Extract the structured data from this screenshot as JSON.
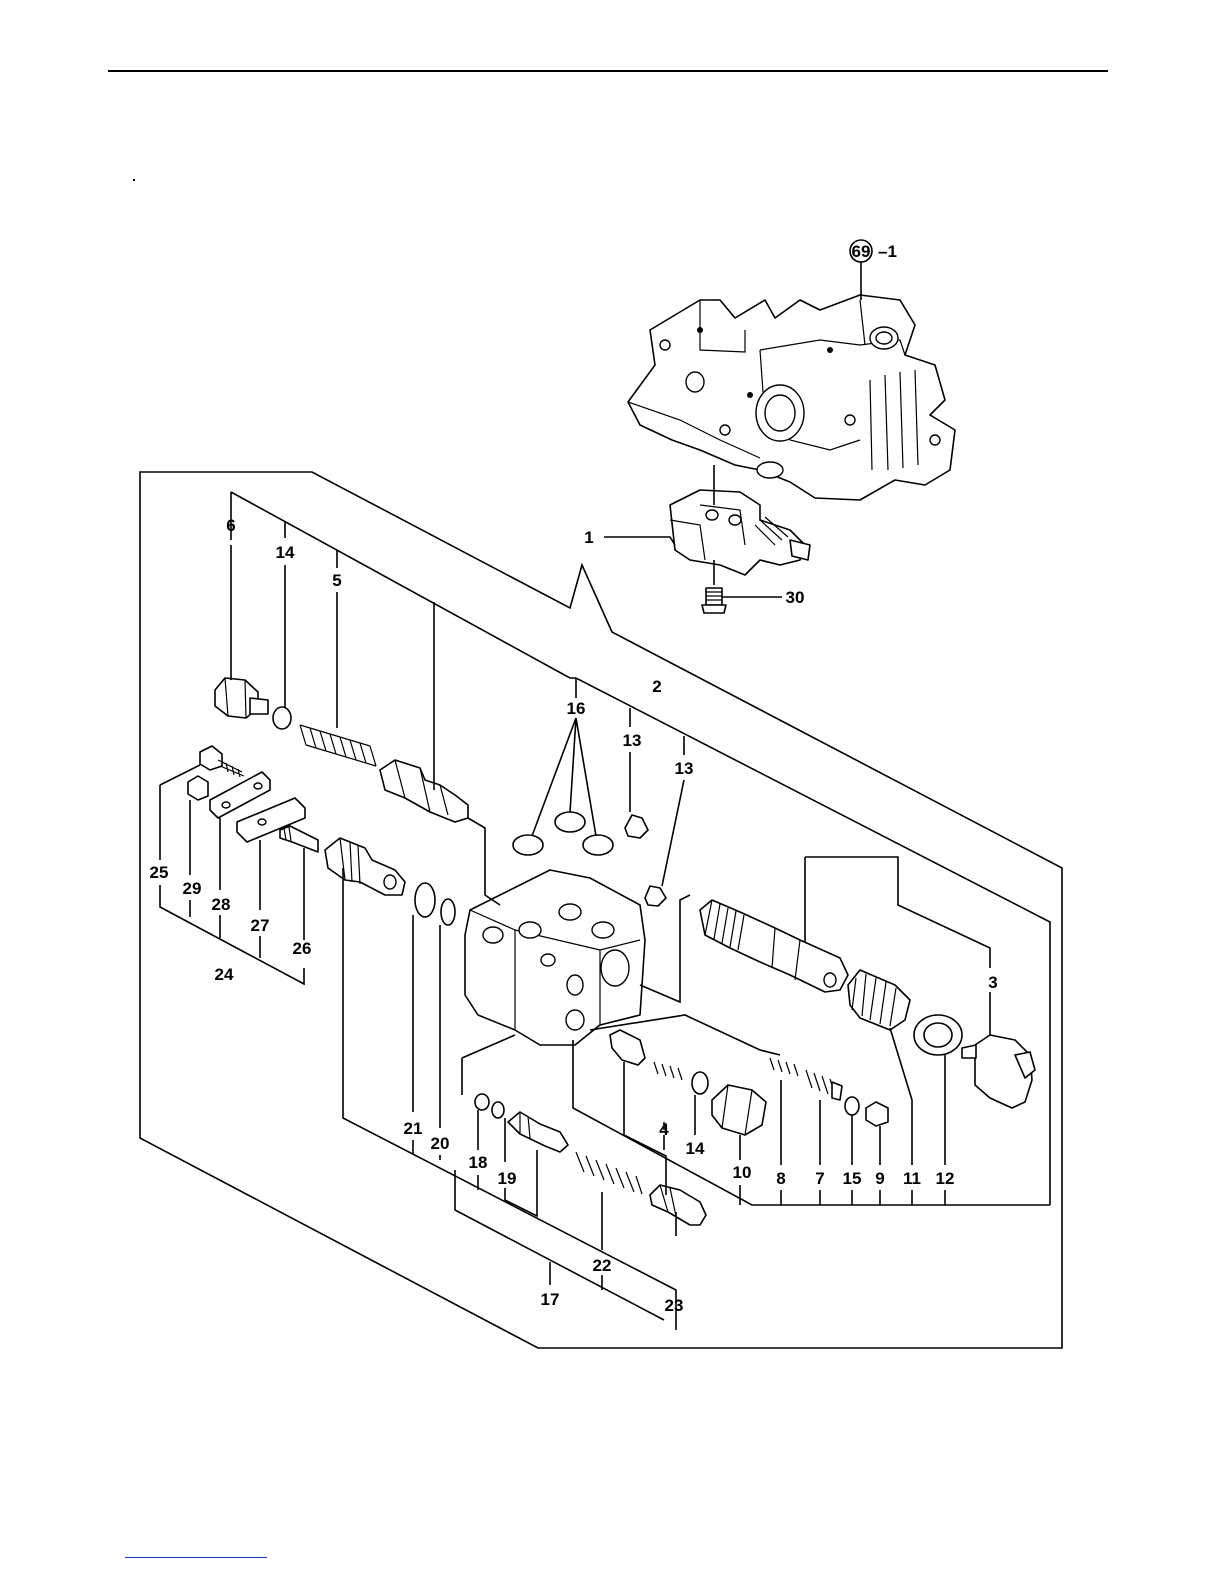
{
  "diagram": {
    "reference": {
      "number": "69",
      "suffix": "–1"
    },
    "callouts": [
      "1",
      "2",
      "3",
      "4",
      "5",
      "6",
      "7",
      "8",
      "9",
      "10",
      "11",
      "12",
      "13",
      "13",
      "14",
      "14",
      "15",
      "16",
      "17",
      "18",
      "19",
      "20",
      "21",
      "22",
      "23",
      "24",
      "25",
      "26",
      "27",
      "28",
      "29",
      "30"
    ]
  }
}
